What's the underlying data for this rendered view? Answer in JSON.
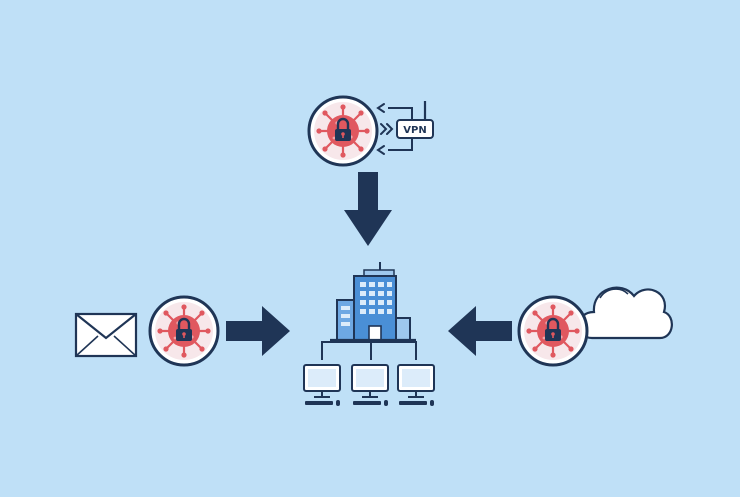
{
  "diagram": {
    "vpn_label": "VPN",
    "nodes": [
      {
        "id": "vpn-threat",
        "icon": "malware-lock-icon"
      },
      {
        "id": "email-threat",
        "icon": "malware-lock-icon"
      },
      {
        "id": "cloud-threat",
        "icon": "malware-lock-icon"
      },
      {
        "id": "organization",
        "icon": "office-building-icon"
      },
      {
        "id": "workstations",
        "icon": "computer-icon",
        "count": 3
      }
    ],
    "vectors": [
      "vpn",
      "email",
      "cloud"
    ]
  },
  "colors": {
    "background": "#bfe0f7",
    "navy": "#1f3556",
    "threat_red": "#e0585f",
    "threat_fill": "#f7e7ea",
    "building_blue": "#4a8fd6",
    "building_light": "#9ec8ee"
  }
}
